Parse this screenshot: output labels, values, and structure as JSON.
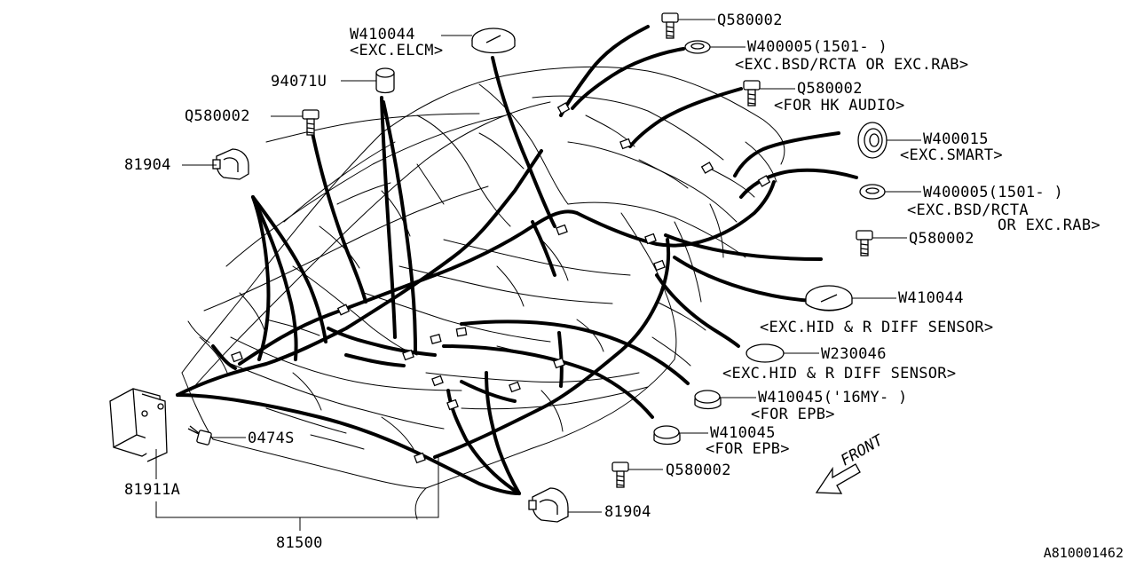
{
  "callouts": {
    "w410044_top": {
      "part": "W410044",
      "note": "<EXC.ELCM>"
    },
    "q580002_top": {
      "part": "Q580002"
    },
    "w400005_top": {
      "part": "W400005(1501- )",
      "note": "<EXC.BSD/RCTA OR EXC.RAB>"
    },
    "p94071u": {
      "part": "94071U"
    },
    "q580002_hk": {
      "part": "Q580002",
      "note": "<FOR HK AUDIO>"
    },
    "q580002_left": {
      "part": "Q580002"
    },
    "w400015": {
      "part": "W400015",
      "note": "<EXC.SMART>"
    },
    "p81904_top": {
      "part": "81904"
    },
    "w400005_right": {
      "part": "W400005(1501- )",
      "note": "<EXC.BSD/RCTA",
      "note2": "OR EXC.RAB>"
    },
    "q580002_right": {
      "part": "Q580002"
    },
    "w410044_right": {
      "part": "W410044",
      "note": "<EXC.HID & R DIFF SENSOR>"
    },
    "w230046": {
      "part": "W230046",
      "note": "<EXC.HID & R DIFF SENSOR>"
    },
    "w410045_a": {
      "part": "W410045('16MY- )",
      "note": "<FOR EPB>"
    },
    "w410045_b": {
      "part": "W410045",
      "note": "<FOR EPB>"
    },
    "p0474s": {
      "part": "0474S"
    },
    "q580002_bottom": {
      "part": "Q580002"
    },
    "p81904_bottom": {
      "part": "81904"
    },
    "p81911a": {
      "part": "81911A"
    },
    "p81500": {
      "part": "81500"
    }
  },
  "front_label": "FRONT",
  "reference_number": "A810001462"
}
